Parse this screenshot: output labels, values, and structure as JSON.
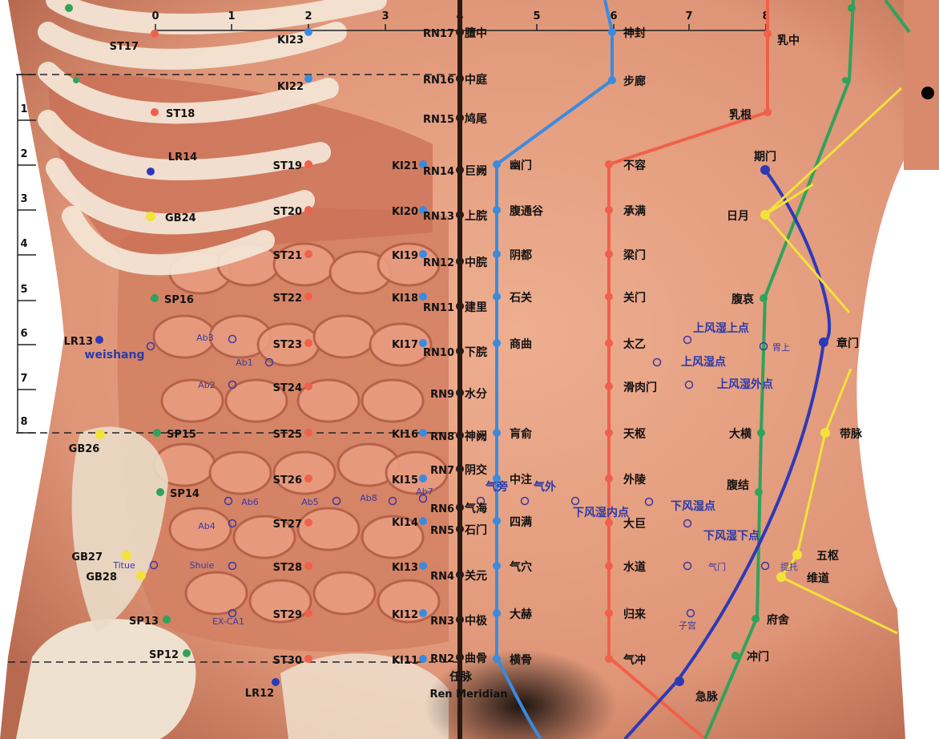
{
  "colors": {
    "skin": "#e7a184",
    "skin_dark": "#c77a5e",
    "rib": "#f3e4d4",
    "organ": "#d78a6a",
    "ren_meridian": "#2a1a12",
    "kidney": "#3a8be0",
    "stomach": "#f0604a",
    "spleen": "#2fa35a",
    "liver": "#2c3ab8",
    "gallbladder": "#f2e23a",
    "extra_point": "#3a3aa0"
  },
  "scale_top": {
    "ticks": [
      "0",
      "1",
      "2",
      "3",
      "4",
      "5",
      "6",
      "7",
      "8"
    ]
  },
  "scale_left": {
    "ticks": [
      "1",
      "2",
      "3",
      "4",
      "5",
      "6",
      "7",
      "8"
    ]
  },
  "ren_points": {
    "meridian_label_cn": "任脉",
    "meridian_label_en": "Ren Meridian",
    "points": [
      {
        "code": "RN17",
        "cn": "膻中"
      },
      {
        "code": "RN16",
        "cn": "中庭"
      },
      {
        "code": "RN15",
        "cn": "鸠尾"
      },
      {
        "code": "RN14",
        "cn": "巨阙"
      },
      {
        "code": "RN13",
        "cn": "上脘"
      },
      {
        "code": "RN12",
        "cn": "中脘"
      },
      {
        "code": "RN11",
        "cn": "建里"
      },
      {
        "code": "RN10",
        "cn": "下脘"
      },
      {
        "code": "RN9",
        "cn": "水分"
      },
      {
        "code": "RN8",
        "cn": "神阙"
      },
      {
        "code": "RN7",
        "cn": "阴交"
      },
      {
        "code": "RN6",
        "cn": "气海"
      },
      {
        "code": "RN5",
        "cn": "石门"
      },
      {
        "code": "RN4",
        "cn": "关元"
      },
      {
        "code": "RN3",
        "cn": "中极"
      },
      {
        "code": "RN2",
        "cn": "曲骨"
      }
    ]
  },
  "kidney_left": [
    "KI23",
    "KI22",
    "KI21",
    "KI20",
    "KI19",
    "KI18",
    "KI17",
    "KI16",
    "KI15",
    "KI14",
    "KI13",
    "KI12",
    "KI11"
  ],
  "kidney_right_cn": [
    "神封",
    "步廊",
    "幽门",
    "腹通谷",
    "阴都",
    "石关",
    "商曲",
    "肓俞",
    "中注",
    "四满",
    "气穴",
    "大赫",
    "横骨"
  ],
  "stomach_left": [
    "ST17",
    "ST18",
    "ST19",
    "ST20",
    "ST21",
    "ST22",
    "ST23",
    "ST24",
    "ST25",
    "ST26",
    "ST27",
    "ST28",
    "ST29",
    "ST30"
  ],
  "stomach_right_cn": [
    "乳中",
    "乳根",
    "不容",
    "承满",
    "梁门",
    "关门",
    "太乙",
    "滑肉门",
    "天枢",
    "外陵",
    "大巨",
    "水道",
    "归来",
    "气冲"
  ],
  "spleen_left": [
    "SP16",
    "SP15",
    "SP14",
    "SP13",
    "SP12"
  ],
  "spleen_right_cn": [
    "腹哀",
    "大横",
    "腹结",
    "府舍",
    "冲门"
  ],
  "liver_left": [
    "LR14",
    "LR13",
    "LR12"
  ],
  "liver_right_cn": [
    "期门",
    "章门",
    "急脉"
  ],
  "gb_left": [
    "GB24",
    "GB26",
    "GB27",
    "GB28"
  ],
  "gb_right_cn": [
    "日月",
    "带脉",
    "五枢",
    "维道"
  ],
  "extra_left": [
    "weishang",
    "Ab3",
    "Ab1",
    "Ab2",
    "Ab6",
    "Ab5",
    "Ab8",
    "Ab7",
    "Ab4",
    "Titue",
    "Shuie",
    "EX-CA1"
  ],
  "extra_right_cn": [
    "上风湿上点",
    "胃上",
    "上风湿点",
    "上风湿外点",
    "气旁",
    "气外",
    "下风湿内点",
    "下风湿点",
    "下风湿下点",
    "气门",
    "提托",
    "子宫"
  ]
}
